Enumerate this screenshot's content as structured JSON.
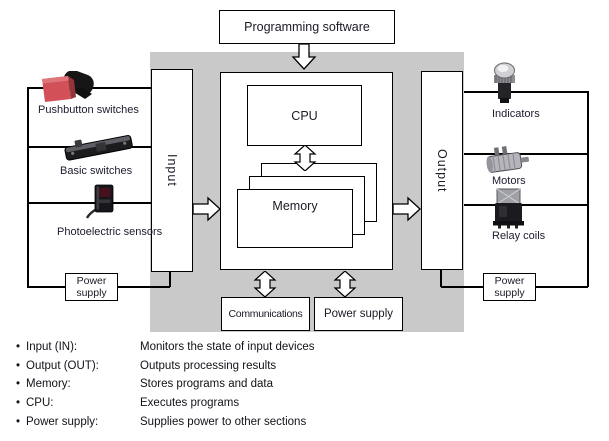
{
  "diagram": {
    "programming_software_label": "Programming software",
    "input_section_label": "Input",
    "output_section_label": "Output",
    "cpu_label": "CPU",
    "memory_label": "Memory",
    "communications_label": "Communications",
    "power_supply_center_label": "Power supply",
    "power_supply_left": {
      "line1": "Power",
      "line2": "supply"
    },
    "power_supply_right": {
      "line1": "Power",
      "line2": "supply"
    },
    "input_devices": [
      {
        "label": "Pushbutton switches",
        "icon": "pushbutton-switch-icon"
      },
      {
        "label": "Basic switches",
        "icon": "basic-switch-icon"
      },
      {
        "label": "Photoelectric sensors",
        "icon": "photoelectric-sensor-icon"
      }
    ],
    "output_devices": [
      {
        "label": "Indicators",
        "icon": "indicator-lamp-icon"
      },
      {
        "label": "Motors",
        "icon": "motor-icon"
      },
      {
        "label": "Relay coils",
        "icon": "relay-coil-icon"
      }
    ],
    "arrows": [
      "arrow-down-icon",
      "arrow-right-input-icon",
      "arrow-right-output-icon",
      "double-arrow-cpu-memory-icon",
      "double-arrow-communications-icon",
      "double-arrow-power-supply-icon"
    ]
  },
  "legend": {
    "bullet": "•",
    "items": [
      {
        "term": "Input (IN):",
        "definition": "Monitors the state of input devices"
      },
      {
        "term": "Output (OUT):",
        "definition": "Outputs processing results"
      },
      {
        "term": "Memory:",
        "definition": "Stores programs and data"
      },
      {
        "term": "CPU:",
        "definition": "Executes programs"
      },
      {
        "term": "Power supply:",
        "definition": "Supplies power to other sections"
      }
    ]
  },
  "colors": {
    "panel_gray": "#c9c9c9",
    "box_border": "#000000",
    "text_dark": "#1a1a26",
    "pushbutton_red": "#d25058"
  }
}
